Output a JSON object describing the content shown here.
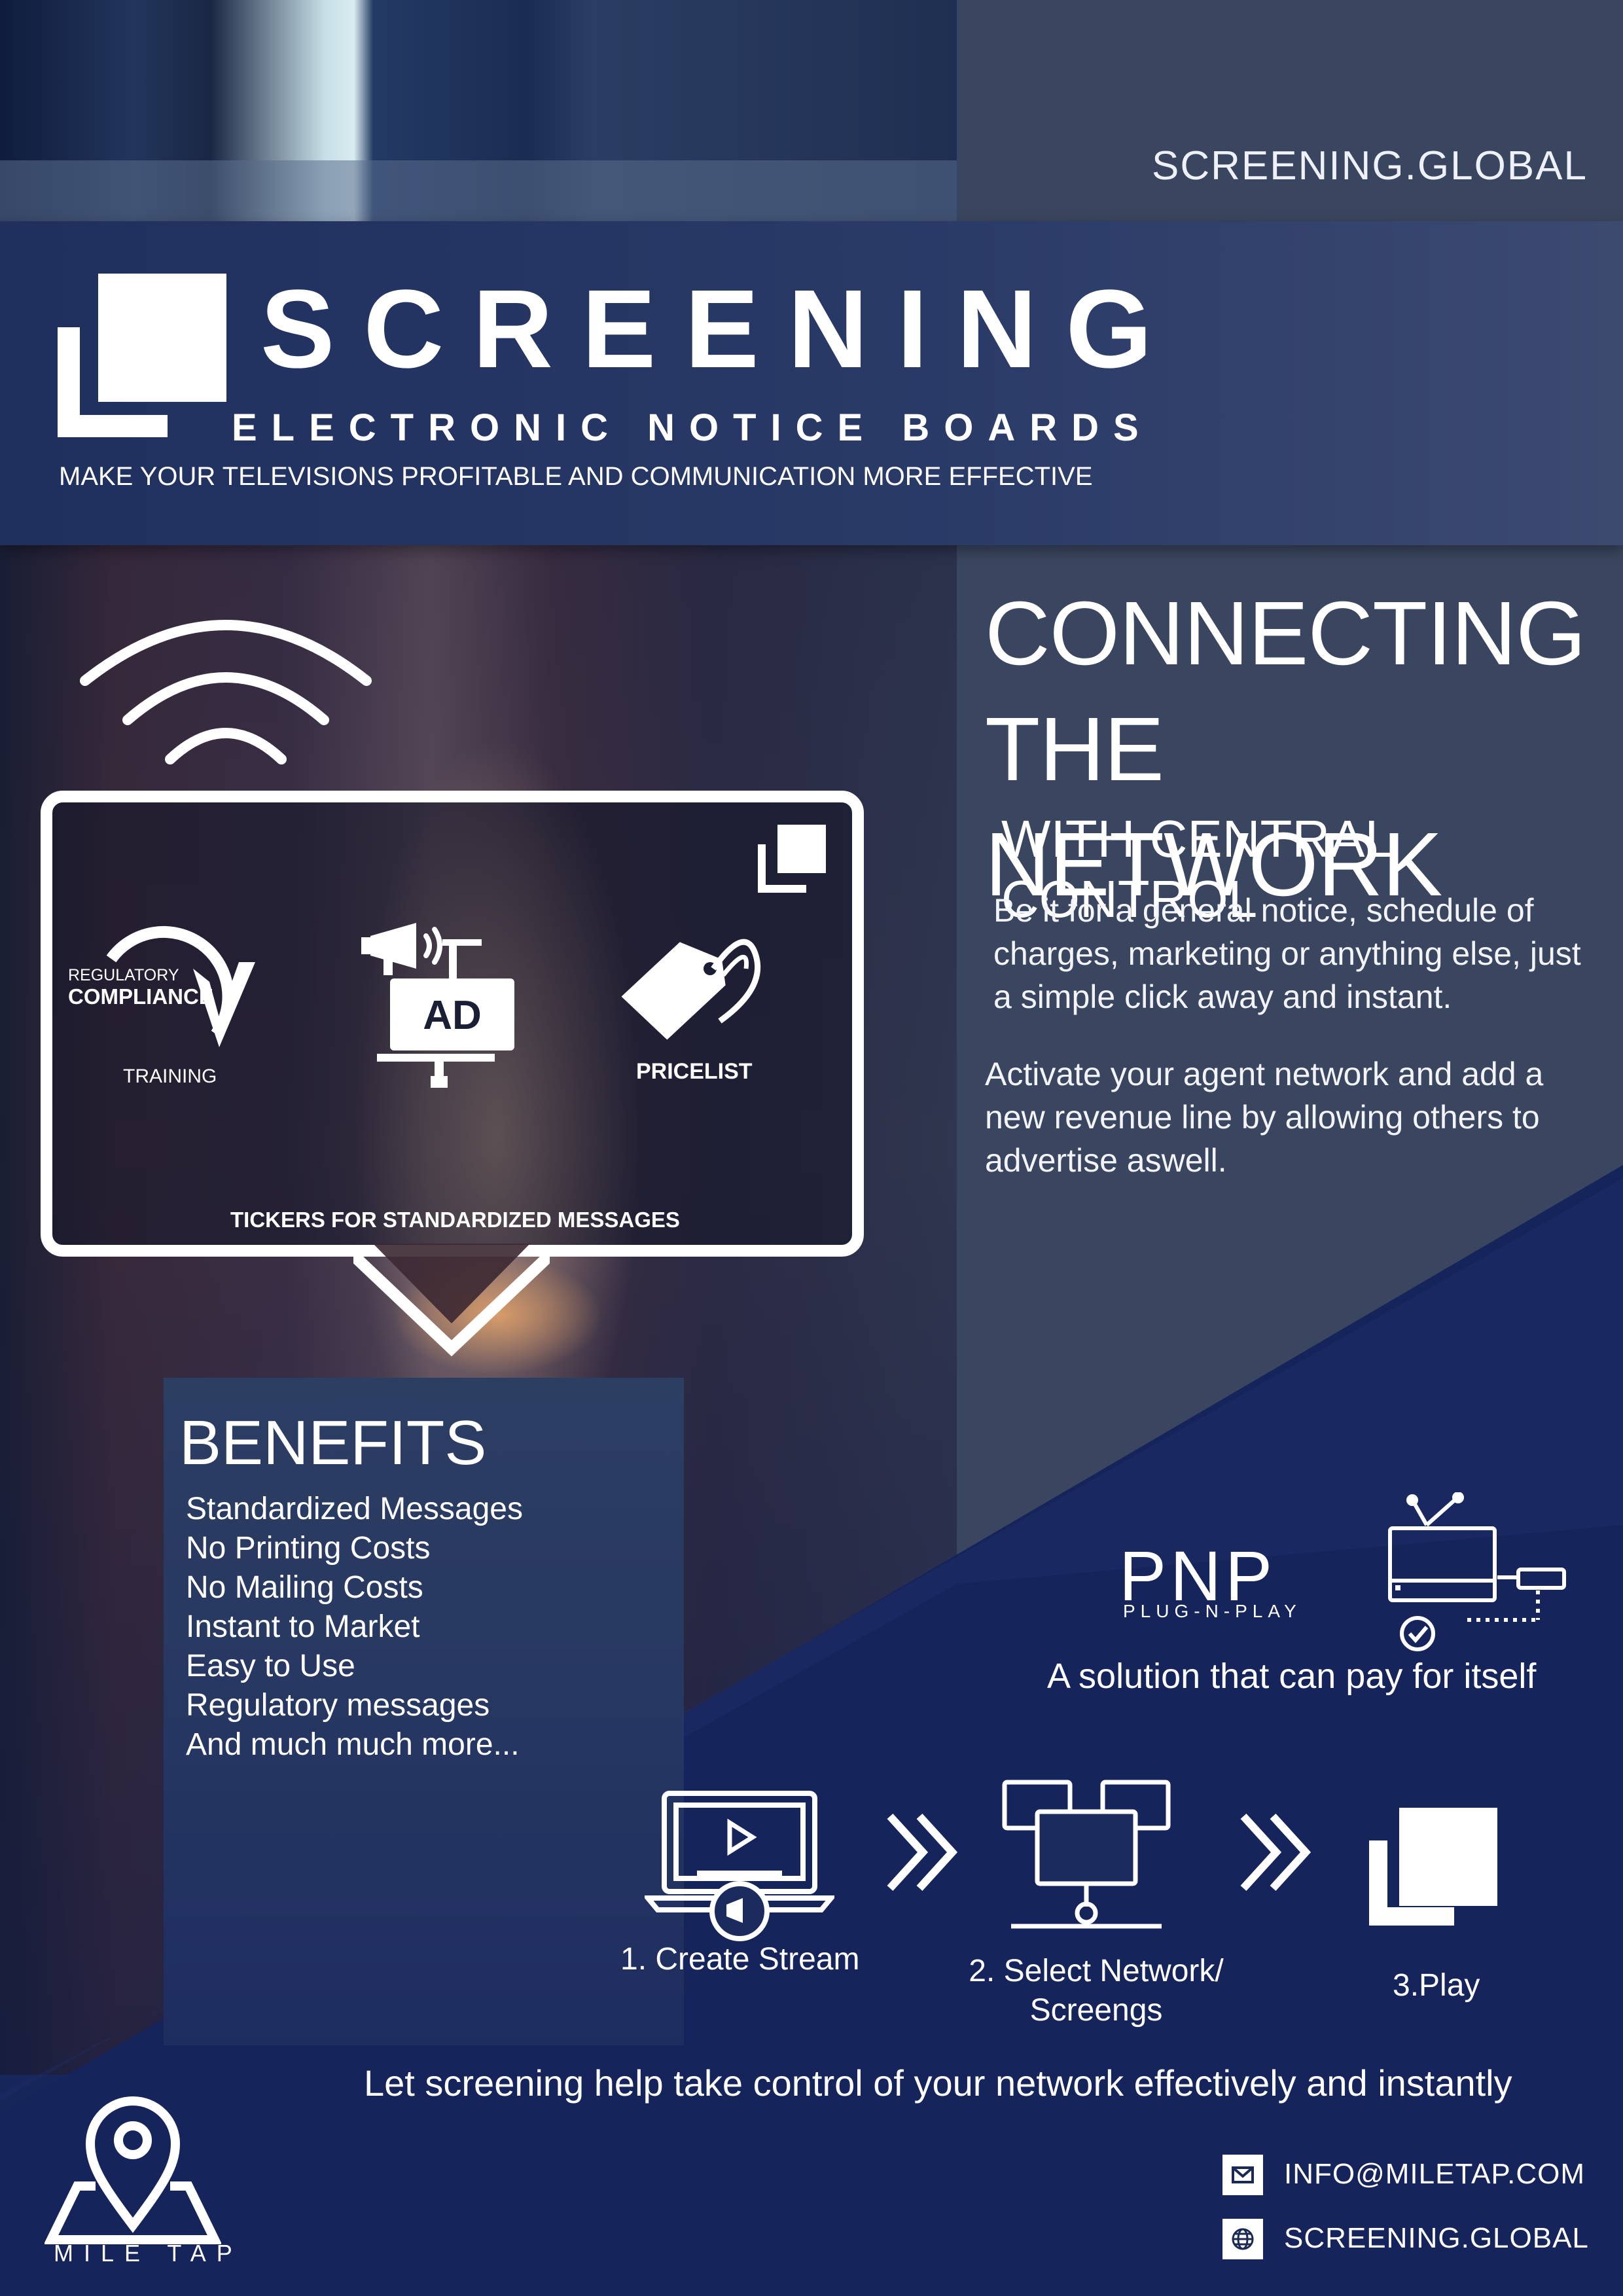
{
  "header": {
    "site_top": "SCREENING.GLOBAL",
    "brand": "SCREENING",
    "brand_sub": "ELECTRONIC NOTICE BOARDS",
    "tagline": "MAKE YOUR TELEVISIONS PROFITABLE AND COMMUNICATION MORE EFFECTIVE"
  },
  "connect": {
    "line1": "CONNECTING",
    "line2": "THE NETWORK",
    "subtitle": "WITH CENTRAL CONTROL",
    "para1": "Be it for a general notice, schedule of charges, marketing or anything else, just a simple click away and instant.",
    "para2": "Activate your agent network and add a new revenue line by allowing others to advertise aswell."
  },
  "ticker": {
    "regulatory": "REGULATORY",
    "compliance": "COMPLIANCE",
    "training": "TRAINING",
    "ad": "AD",
    "pricelist": "PRICELIST",
    "caption": "TICKERS FOR STANDARDIZED MESSAGES"
  },
  "benefits": {
    "title": "BENEFITS",
    "items": [
      "Standardized Messages",
      "No Printing Costs",
      "No Mailing Costs",
      "Instant to Market",
      "Easy to Use",
      "Regulatory messages",
      "And much much more..."
    ]
  },
  "pnp": {
    "title": "PNP",
    "subtitle": "PLUG-N-PLAY",
    "tagline": "A solution that can pay for itself"
  },
  "steps": {
    "step1": "1. Create Stream",
    "step2_line1": "2. Select Network/",
    "step2_line2": "Screengs",
    "step3": "3.Play"
  },
  "closing": "Let screening help take control of your network effectively and instantly",
  "footer": {
    "company": "MILE TAP",
    "email": "INFO@MILETAP.COM",
    "website": "SCREENING.GLOBAL"
  },
  "icons": [
    "wifi-icon",
    "compliance-check-icon",
    "ad-megaphone-icon",
    "price-tag-icon",
    "tv-antenna-icon",
    "usb-plug-icon",
    "video-laptop-icon",
    "double-chevron-icon",
    "network-screens-icon",
    "play-logo-icon",
    "location-pin-icon",
    "mail-icon",
    "globe-icon"
  ],
  "colors": {
    "navy": "#16245c",
    "header": "#1f2f5e",
    "panel": "#3a465f",
    "white": "#ffffff"
  }
}
